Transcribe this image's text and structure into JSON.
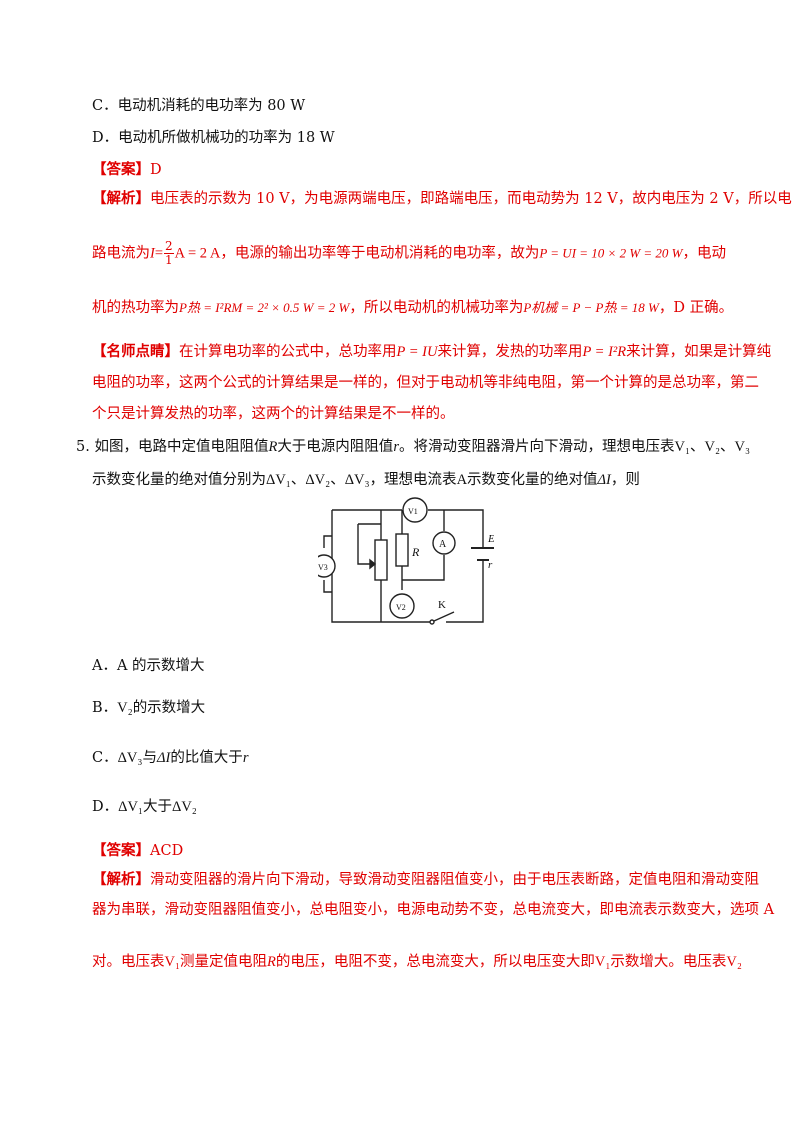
{
  "q4": {
    "option_c": "C．电动机消耗的电功率为 80 W",
    "option_d": "D．电动机所做机械功的功率为 18 W",
    "answer_label": "【答案】",
    "answer": "D",
    "analysis_label": "【解析】",
    "analysis_l1": "电压表的示数为 10 V，为电源两端电压，即路端电压，而电动势为 12 V，故内电压为 2 V，所以电",
    "analysis_l2_a": "路电流为",
    "analysis_l2_i": "I",
    "analysis_l2_num": "2",
    "analysis_l2_den": "1",
    "analysis_l2_eq": "A = 2 A",
    "analysis_l2_b": "，电源的输出功率等于电动机消耗的电功率，故为",
    "analysis_l2_p": "P = UI = 10 × 2 W = 20 W",
    "analysis_l2_c": "，电动",
    "analysis_l3_a": "机的热功率为",
    "analysis_l3_pheat": "P热 = I²RM = 2² × 0.5 W = 2 W",
    "analysis_l3_b": "，所以电动机的机械功率为",
    "analysis_l3_pmech": "P机械 = P − P热 = 18 W",
    "analysis_l3_c": "，D 正确。",
    "tip_label": "【名师点睛】",
    "tip_l1_a": "在计算电功率的公式中，总功率用",
    "tip_l1_f1": "P = IU",
    "tip_l1_b": "来计算，发热的功率用",
    "tip_l1_f2": "P = I²R",
    "tip_l1_c": "来计算，如果是计算纯",
    "tip_l2": "电阻的功率，这两个公式的计算结果是一样的，但对于电动机等非纯电阻，第一个计算的是总功率，第二",
    "tip_l3": "个只是计算发热的功率，这两个的计算结果是不一样的。"
  },
  "q5": {
    "stem_l1_a": "5. 如图，电路中定值电阻阻值",
    "stem_l1_r": "R",
    "stem_l1_b": "大于电源内阻阻值",
    "stem_l1_rr": "r",
    "stem_l1_c": "。将滑动变阻器滑片向下滑动，理想电压表",
    "stem_l1_v": "V₁、V₂、V₃",
    "stem_l2_a": "示数变化量的绝对值分别为",
    "stem_l2_dv": "ΔV₁、ΔV₂、ΔV₃",
    "stem_l2_b": "，理想电流表",
    "stem_l2_A": "A",
    "stem_l2_c": "示数变化量的绝对值",
    "stem_l2_di": "ΔI",
    "stem_l2_d": "，则",
    "circuit": {
      "v1": "V1",
      "v2": "V2",
      "v3": "V3",
      "ammeter": "A",
      "r_label": "R",
      "emf": "E",
      "internal_r": "r",
      "switch": "K"
    },
    "option_a": "A．A 的示数增大",
    "option_b_pre": "B．",
    "option_b_v": "V₂",
    "option_b_post": "的示数增大",
    "option_c_pre": "C．",
    "option_c_dv": "ΔV₃",
    "option_c_mid": "与",
    "option_c_di": "ΔI",
    "option_c_post": "的比值大于",
    "option_c_r": "r",
    "option_d_pre": "D．",
    "option_d_dv1": "ΔV₁",
    "option_d_mid": "大于",
    "option_d_dv2": "ΔV₂",
    "answer_label": "【答案】",
    "answer": "ACD",
    "analysis_label": "【解析】",
    "analysis_l1": "滑动变阻器的滑片向下滑动，导致滑动变阻器阻值变小，由于电压表断路，定值电阻和滑动变阻",
    "analysis_l2": "器为串联，滑动变阻器阻值变小，总电阻变小，电源电动势不变，总电流变大，即电流表示数变大，选项 A",
    "analysis_l3_a": "对。电压表",
    "analysis_l3_v1": "V₁",
    "analysis_l3_b": "测量定值电阻",
    "analysis_l3_r": "R",
    "analysis_l3_c": "的电压，电阻不变，总电流变大，所以电压变大即",
    "analysis_l3_v1b": "V₁",
    "analysis_l3_d": "示数增大。电压表",
    "analysis_l3_v2": "V₂"
  }
}
